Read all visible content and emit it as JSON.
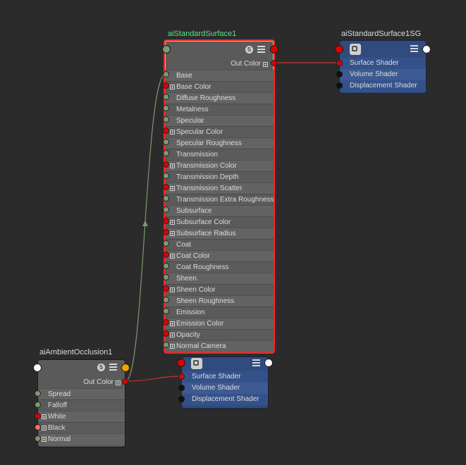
{
  "colors": {
    "background": "#2b2b2b",
    "wire_red": "#d03030",
    "wire_green": "#7b9a6e",
    "title_selected": "#5fe08a"
  },
  "surface": {
    "title": "aiStandardSurface1",
    "out_label": "Out Color",
    "attributes": [
      {
        "label": "Base",
        "port": "green",
        "expand": false
      },
      {
        "label": "Base Color",
        "port": "red",
        "expand": true
      },
      {
        "label": "Diffuse Roughness",
        "port": "green",
        "expand": false
      },
      {
        "label": "Metalness",
        "port": "green",
        "expand": false
      },
      {
        "label": "Specular",
        "port": "green",
        "expand": false
      },
      {
        "label": "Specular Color",
        "port": "red",
        "expand": true
      },
      {
        "label": "Specular Roughness",
        "port": "green",
        "expand": false
      },
      {
        "label": "Transmission",
        "port": "green",
        "expand": false
      },
      {
        "label": "Transmission Color",
        "port": "red",
        "expand": true
      },
      {
        "label": "Transmission Depth",
        "port": "green",
        "expand": false
      },
      {
        "label": "Transmission Scatter",
        "port": "red",
        "expand": true
      },
      {
        "label": "Transmission Extra Roughness",
        "port": "green",
        "expand": false
      },
      {
        "label": "Subsurface",
        "port": "green",
        "expand": false
      },
      {
        "label": "Subsurface Color",
        "port": "red",
        "expand": true
      },
      {
        "label": "Subsurface Radius",
        "port": "red",
        "expand": true
      },
      {
        "label": "Coat",
        "port": "green",
        "expand": false
      },
      {
        "label": "Coat Color",
        "port": "red",
        "expand": true
      },
      {
        "label": "Coat Roughness",
        "port": "green",
        "expand": false
      },
      {
        "label": "Sheen",
        "port": "green",
        "expand": false
      },
      {
        "label": "Sheen Color",
        "port": "red",
        "expand": true
      },
      {
        "label": "Sheen Roughness",
        "port": "green",
        "expand": false
      },
      {
        "label": "Emission",
        "port": "green",
        "expand": false
      },
      {
        "label": "Emission Color",
        "port": "red",
        "expand": true
      },
      {
        "label": "Opacity",
        "port": "red",
        "expand": true
      },
      {
        "label": "Normal Camera",
        "port": "green",
        "expand": true
      }
    ]
  },
  "shading_group_top": {
    "title": "aiStandardSurface1SG",
    "attributes": [
      "Surface Shader",
      "Volume Shader",
      "Displacement Shader"
    ]
  },
  "shading_group_bottom": {
    "attributes": [
      "Surface Shader",
      "Volume Shader",
      "Displacement Shader"
    ]
  },
  "occlusion": {
    "title": "aiAmbientOcclusion1",
    "out_label": "Out Color",
    "attributes": [
      {
        "label": "Spread",
        "port": "green",
        "expand": false
      },
      {
        "label": "Falloff",
        "port": "green",
        "expand": false
      },
      {
        "label": "White",
        "port": "red",
        "expand": true
      },
      {
        "label": "Black",
        "port": "pink",
        "expand": true
      },
      {
        "label": "Normal",
        "port": "green",
        "expand": true
      }
    ]
  },
  "icons": {
    "swatch": "S",
    "list": "list-icon",
    "shading_group": "shading-group-icon"
  }
}
